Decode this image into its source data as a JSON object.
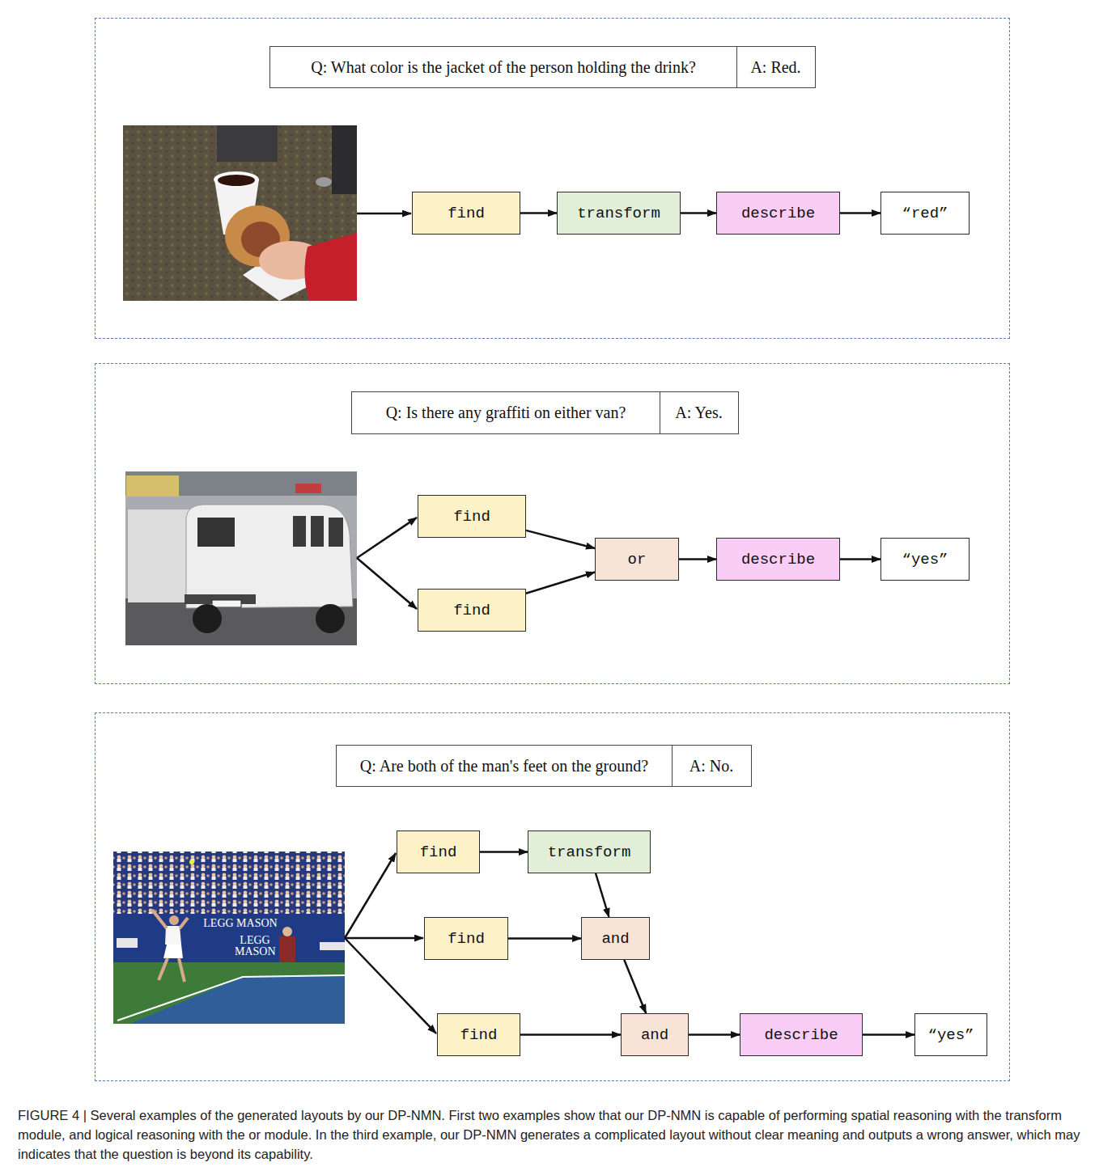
{
  "diagram": {
    "caption": "FIGURE 4 | Several examples of the generated layouts by our DP-NMN. First two examples show that our DP-NMN is capable of performing spatial reasoning with the transform module, and logical reasoning with the or module. In the third example, our DP-NMN generates a complicated layout without clear meaning and outputs a wrong answer, which may indicates that the question is beyond its capability.",
    "nodes": [
      {
        "text": [
          "Q: What color is the jacket of the person holding the drink?"
        ]
      },
      {
        "text": [
          "A: Red."
        ]
      },
      {
        "text": [
          "find"
        ]
      },
      {
        "text": [
          "transform"
        ]
      },
      {
        "text": [
          "describe"
        ]
      },
      {
        "text": [
          "“red”"
        ]
      },
      {
        "text": [
          "Q: Is there any graffiti on either van?"
        ]
      },
      {
        "text": [
          "A: Yes."
        ]
      },
      {
        "text": [
          "find"
        ]
      },
      {
        "text": [
          "find"
        ]
      },
      {
        "text": [
          "or"
        ]
      },
      {
        "text": [
          "describe"
        ]
      },
      {
        "text": [
          "“yes”"
        ]
      },
      {
        "text": [
          "Q: Are both of the man's feet on the ground?"
        ]
      },
      {
        "text": [
          "A: No."
        ]
      },
      {
        "text": [
          "find"
        ]
      },
      {
        "text": [
          "transform"
        ]
      },
      {
        "text": [
          "find"
        ]
      },
      {
        "text": [
          "and"
        ]
      },
      {
        "text": [
          "find"
        ]
      },
      {
        "text": [
          "and"
        ]
      },
      {
        "text": [
          "describe"
        ]
      },
      {
        "text": [
          "“yes”"
        ]
      }
    ],
    "edges": [
      {
        "from": 2,
        "to": 3,
        "arrow": "to"
      },
      {
        "from": 3,
        "to": 4,
        "arrow": "to"
      },
      {
        "from": 4,
        "to": 5,
        "arrow": "to"
      },
      {
        "from": 8,
        "to": 10,
        "arrow": "to"
      },
      {
        "from": 9,
        "to": 10,
        "arrow": "to"
      },
      {
        "from": 10,
        "to": 11,
        "arrow": "to"
      },
      {
        "from": 11,
        "to": 12,
        "arrow": "to"
      },
      {
        "from": 15,
        "to": 16,
        "arrow": "to"
      },
      {
        "from": 16,
        "to": 18,
        "arrow": "to"
      },
      {
        "from": 17,
        "to": 18,
        "arrow": "to"
      },
      {
        "from": 18,
        "to": 20,
        "arrow": "to"
      },
      {
        "from": 19,
        "to": 20,
        "arrow": "to"
      },
      {
        "from": 20,
        "to": 21,
        "arrow": "to"
      },
      {
        "from": 21,
        "to": 22,
        "arrow": "to"
      }
    ],
    "labels": [
      "LEGG MASON",
      "LEGG MASON"
    ]
  }
}
